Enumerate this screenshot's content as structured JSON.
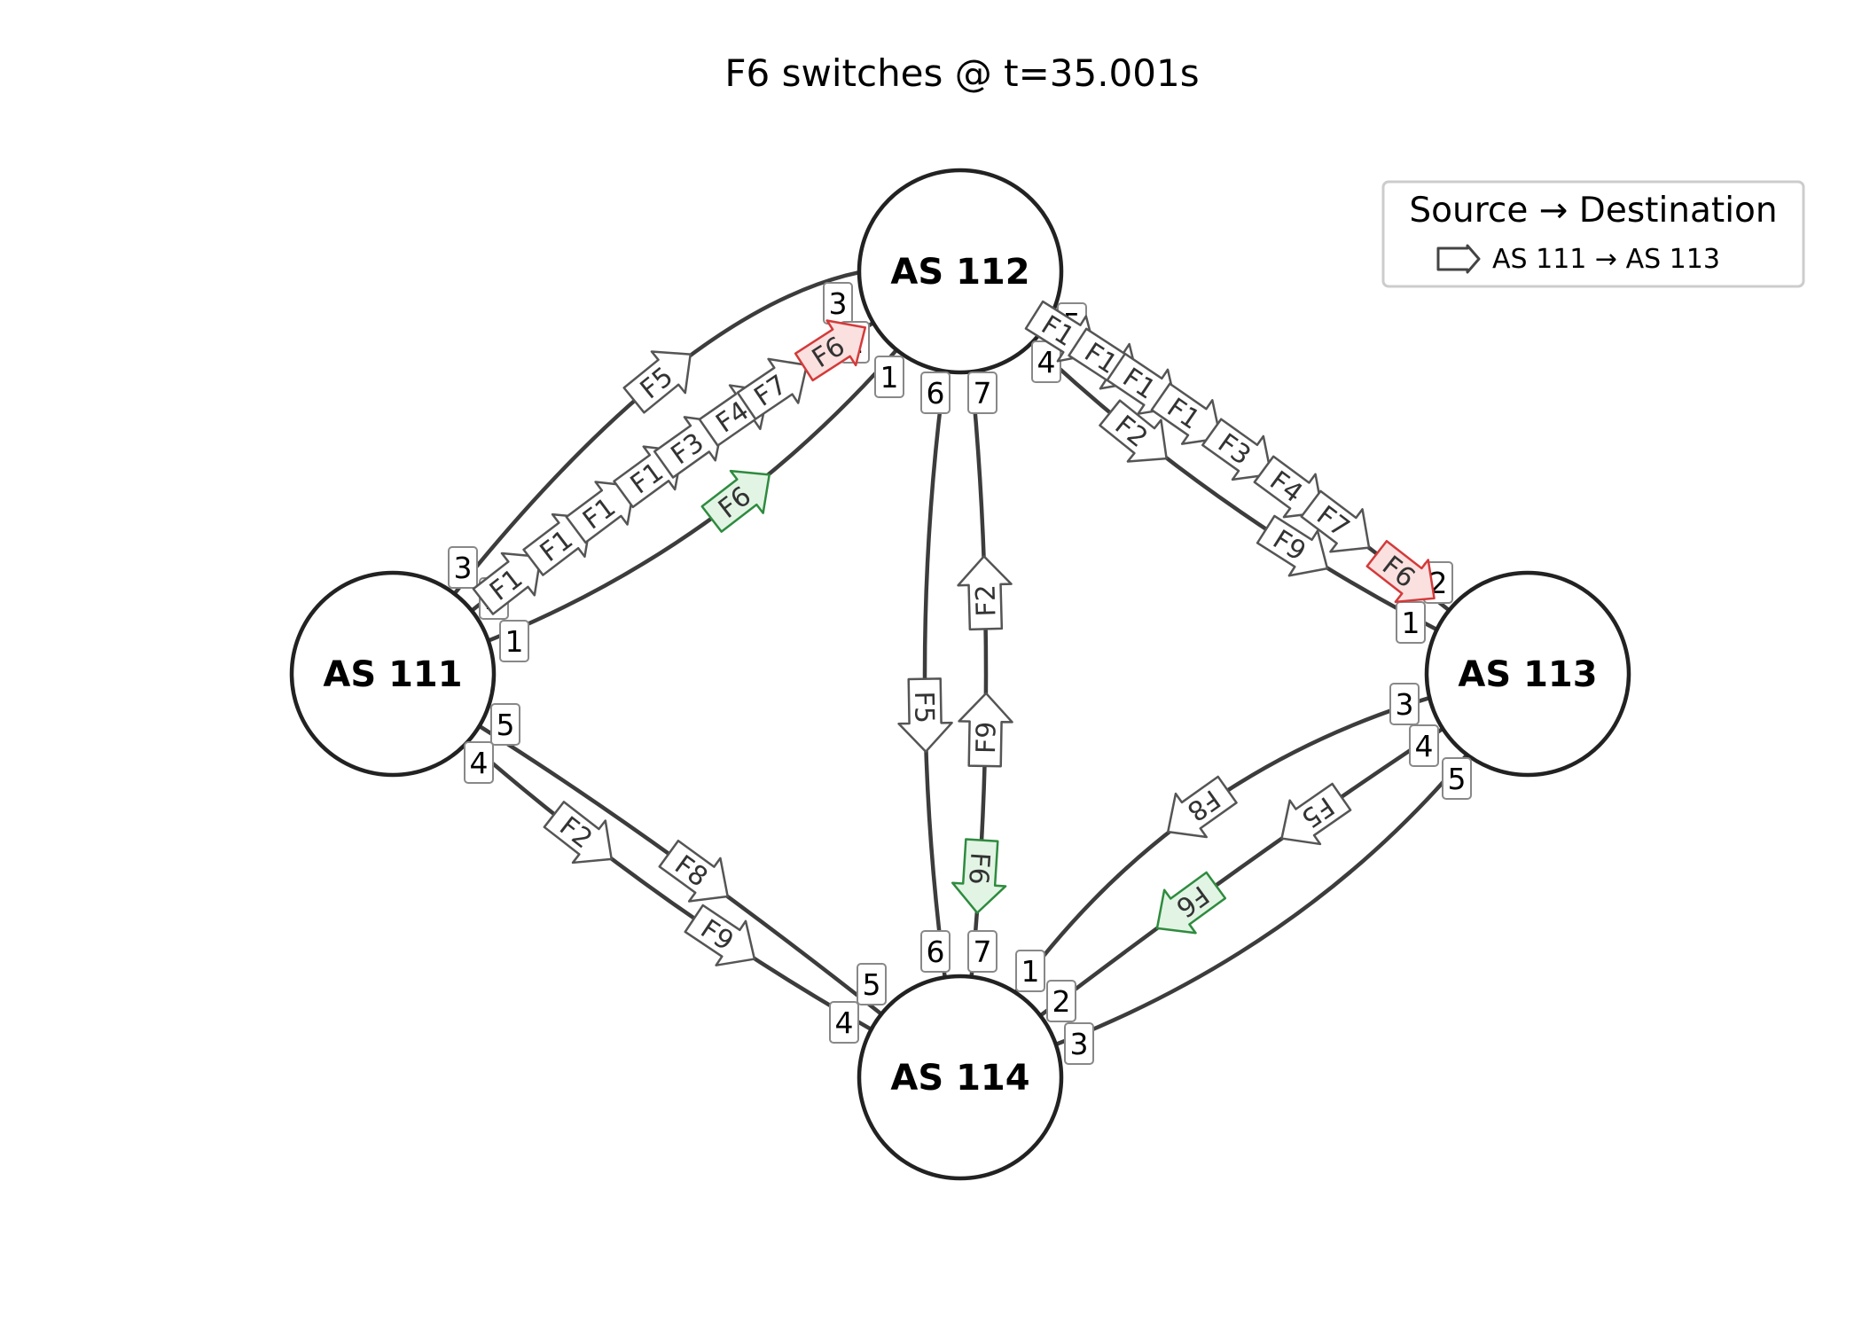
{
  "title": "F6 switches @ t=35.001s",
  "legend": {
    "title": "Source → Destination",
    "entry": "AS 111 → AS 113"
  },
  "colors": {
    "link": "#3c3c3c",
    "node_stroke": "#222222",
    "port_stroke": "#888888",
    "flow_default_fill": "#ffffff",
    "flow_default_stroke": "#555555",
    "flow_old_fill": "#fbe0e0",
    "flow_old_stroke": "#d43a3a",
    "flow_new_fill": "#e2f4e4",
    "flow_new_stroke": "#2e8b3e"
  },
  "nodes": [
    {
      "id": "as111",
      "label": "AS 111"
    },
    {
      "id": "as112",
      "label": "AS 112"
    },
    {
      "id": "as113",
      "label": "AS 113"
    },
    {
      "id": "as114",
      "label": "AS 114"
    }
  ],
  "links": [
    {
      "id": "l111-112-a",
      "ports": [
        "3",
        "3"
      ]
    },
    {
      "id": "l111-112-b",
      "ports": [
        "2",
        "2"
      ]
    },
    {
      "id": "l111-112-c",
      "ports": [
        "1",
        "1"
      ]
    },
    {
      "id": "l112-113-a",
      "ports": [
        "5",
        "2"
      ]
    },
    {
      "id": "l112-113-b",
      "ports": [
        "4",
        "1"
      ]
    },
    {
      "id": "l112-114-a",
      "ports": [
        "6",
        "6"
      ]
    },
    {
      "id": "l112-114-b",
      "ports": [
        "7",
        "7"
      ]
    },
    {
      "id": "l111-114-a",
      "ports": [
        "5",
        "5"
      ]
    },
    {
      "id": "l111-114-b",
      "ports": [
        "4",
        "4"
      ]
    },
    {
      "id": "l114-113-a",
      "ports": [
        "1",
        "3"
      ]
    },
    {
      "id": "l114-113-b",
      "ports": [
        "2",
        "4"
      ]
    },
    {
      "id": "l114-113-c",
      "ports": [
        "3",
        "5"
      ]
    }
  ],
  "flows": [
    {
      "label": "F5",
      "state": "normal"
    },
    {
      "label": "F1",
      "state": "normal"
    },
    {
      "label": "F1",
      "state": "normal"
    },
    {
      "label": "F1",
      "state": "normal"
    },
    {
      "label": "F1",
      "state": "normal"
    },
    {
      "label": "F3",
      "state": "normal"
    },
    {
      "label": "F4",
      "state": "normal"
    },
    {
      "label": "F7",
      "state": "normal"
    },
    {
      "label": "F6",
      "state": "old"
    },
    {
      "label": "F6",
      "state": "new"
    },
    {
      "label": "F1",
      "state": "normal"
    },
    {
      "label": "F1",
      "state": "normal"
    },
    {
      "label": "F1",
      "state": "normal"
    },
    {
      "label": "F1",
      "state": "normal"
    },
    {
      "label": "F3",
      "state": "normal"
    },
    {
      "label": "F4",
      "state": "normal"
    },
    {
      "label": "F7",
      "state": "normal"
    },
    {
      "label": "F6",
      "state": "old"
    },
    {
      "label": "F2",
      "state": "normal"
    },
    {
      "label": "F9",
      "state": "normal"
    },
    {
      "label": "F5",
      "state": "normal"
    },
    {
      "label": "F2",
      "state": "normal"
    },
    {
      "label": "F9",
      "state": "normal"
    },
    {
      "label": "F6",
      "state": "new"
    },
    {
      "label": "F8",
      "state": "normal"
    },
    {
      "label": "F2",
      "state": "normal"
    },
    {
      "label": "F9",
      "state": "normal"
    },
    {
      "label": "F8",
      "state": "normal"
    },
    {
      "label": "F6",
      "state": "new"
    },
    {
      "label": "F5",
      "state": "normal"
    }
  ]
}
